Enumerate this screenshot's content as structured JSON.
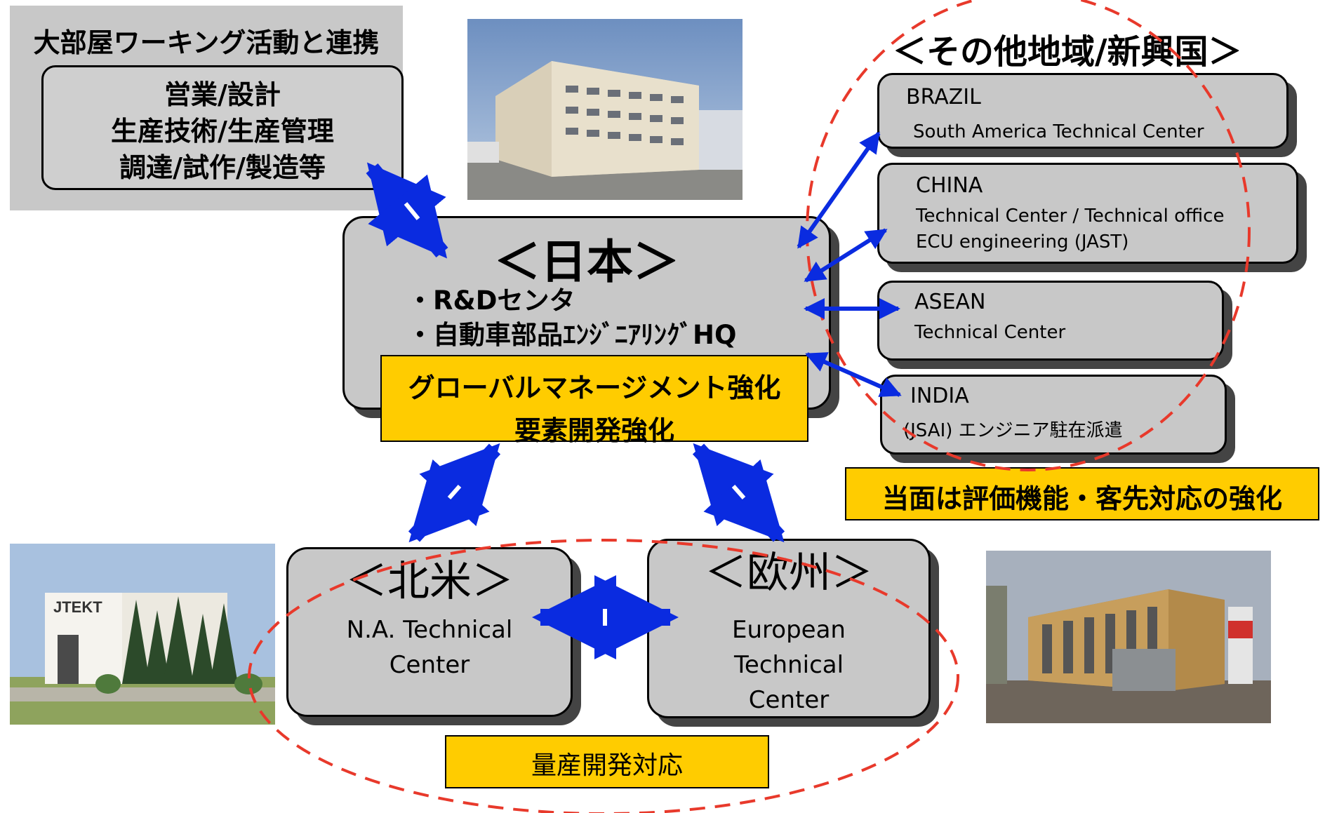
{
  "team": {
    "title": "大部屋ワーキング活動と連携",
    "lines": [
      "営業/設計",
      "生産技術/生産管理",
      "調達/試作/製造等"
    ]
  },
  "japan": {
    "title": "＜日本＞",
    "items": [
      "・R&Dセンタ",
      "・自動車部品ｴﾝｼﾞﾆｱﾘﾝｸﾞHQ"
    ],
    "banner": [
      "グローバルマネージメント強化",
      "要素開発強化"
    ]
  },
  "other_regions": {
    "title": "＜その他地域/新興国＞",
    "brazil": {
      "name": "BRAZIL",
      "desc": "South America Technical Center"
    },
    "china": {
      "name": "CHINA",
      "desc1": "Technical Center / Technical office",
      "desc2": "ECU engineering (JAST)"
    },
    "asean": {
      "name": "ASEAN",
      "desc": "Technical Center"
    },
    "india": {
      "name": "INDIA",
      "desc": "(JSAI) エンジニア駐在派遣"
    },
    "banner": "当面は評価機能・客先対応の強化"
  },
  "north_america": {
    "title": "＜北米＞",
    "line1": "N.A. Technical",
    "line2": "Center"
  },
  "europe": {
    "title": "＜欧州＞",
    "line1": "European",
    "line2": "Technical",
    "line3": "Center"
  },
  "mass_production": "量産開発対応",
  "na_photo_sign": "JTEKT",
  "colors": {
    "arrow": "#0a2be0",
    "dashed_circle": "#e8392b",
    "banner": "#ffcc00",
    "box": "#c8c8c8"
  }
}
